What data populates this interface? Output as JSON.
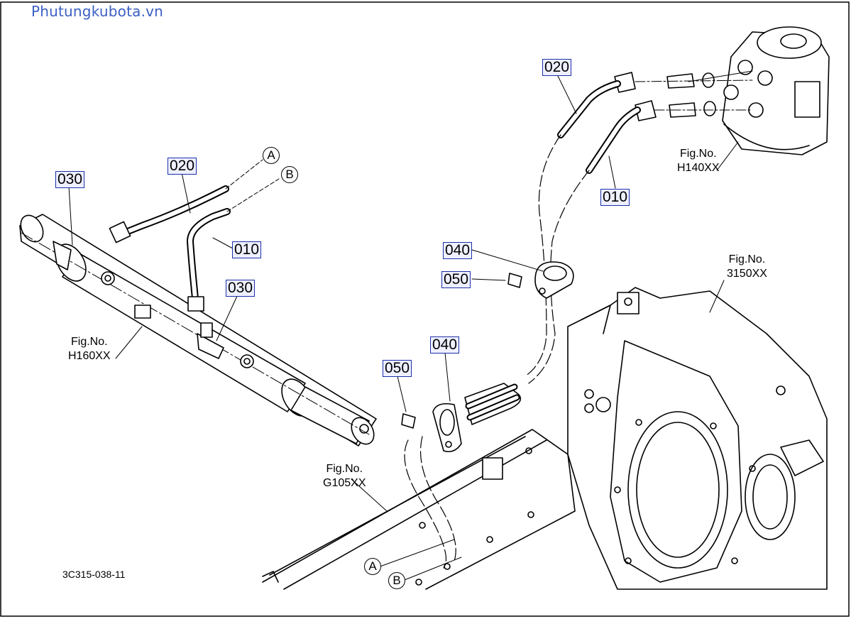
{
  "site": {
    "name": "Phutungkubota.vn"
  },
  "image_code": "3C315-038-11",
  "callouts": {
    "c020_left": "020",
    "c030_left_top": "030",
    "c010_left": "010",
    "c030_left_mid": "030",
    "c020_right": "020",
    "c010_right": "010",
    "c040_top": "040",
    "c050_top": "050",
    "c040_bottom": "040",
    "c050_bottom": "050"
  },
  "markers": {
    "a_top": "A",
    "b_top": "B",
    "a_bottom": "A",
    "b_bottom": "B"
  },
  "figrefs": {
    "h160": {
      "l1": "Fig.No.",
      "l2": "H160XX"
    },
    "h140": {
      "l1": "Fig.No.",
      "l2": "H140XX"
    },
    "f3150": {
      "l1": "Fig.No.",
      "l2": "3150XX"
    },
    "g105": {
      "l1": "Fig.No.",
      "l2": "G105XX"
    }
  }
}
